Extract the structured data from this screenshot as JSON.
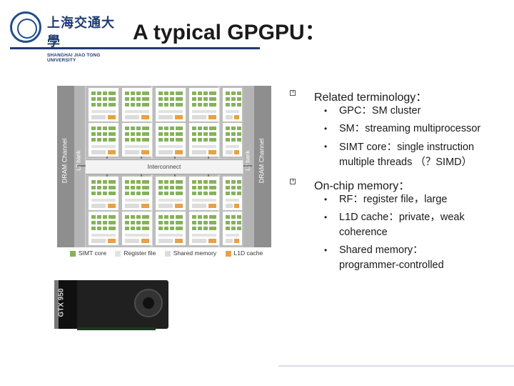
{
  "header": {
    "logo_cn": "上海交通大學",
    "logo_en": "SHANGHAI JIAO TONG UNIVERSITY",
    "title": "A typical GPGPU："
  },
  "diagram": {
    "dram_label": "DRAM Channel",
    "l2_label": "L2 bank",
    "interconnect_label": "Interconnect",
    "legend": [
      "SIMT core",
      "Register file",
      "Shared memory",
      "L1D cache"
    ],
    "colors": {
      "simt_core": "#86b25a",
      "register_file": "#e2e2e2",
      "shared_memory": "#dcdcdc",
      "l1d_cache": "#e8a145"
    }
  },
  "card": {
    "model": "GTX 950"
  },
  "content": {
    "section1": {
      "heading": "Related terminology：",
      "items": [
        "GPC：SM cluster",
        "SM：streaming multiprocessor",
        "SIMT core：single instruction multiple threads （？SIMD）"
      ]
    },
    "section2": {
      "heading": "On-chip memory：",
      "items": [
        "RF：register file，large",
        "L1D cache：private，weak coherence",
        "Shared memory：programmer-controlled"
      ]
    }
  }
}
